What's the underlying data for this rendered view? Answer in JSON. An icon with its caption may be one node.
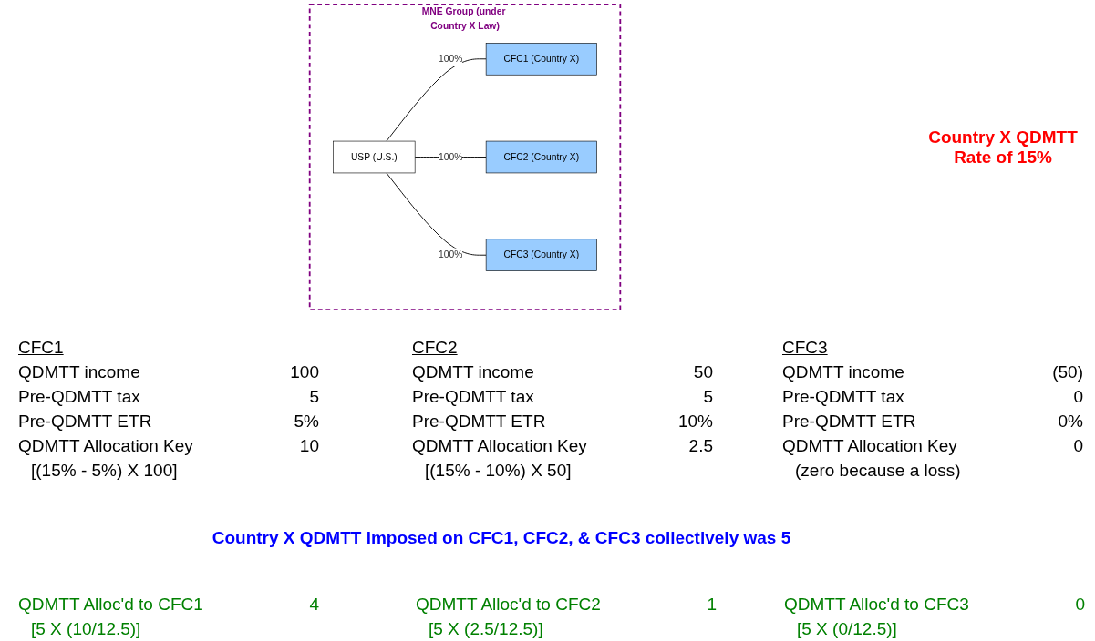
{
  "diagram": {
    "nodes": [
      {
        "text": [
          "MNE Group (under Country X Law)"
        ]
      },
      {
        "text": [
          "USP (U.S.)"
        ],
        "in": 0
      },
      {
        "text": [
          "CFC1 (Country X)"
        ],
        "in": 0
      },
      {
        "text": [
          "CFC2 (Country X)"
        ],
        "in": 0
      },
      {
        "text": [
          "CFC3 (Country X)"
        ],
        "in": 0
      }
    ],
    "edges": [
      {
        "from": 1,
        "to": 2,
        "arrow": "none",
        "label": "100%"
      },
      {
        "from": 1,
        "to": 3,
        "arrow": "none",
        "label": "100%"
      },
      {
        "from": 1,
        "to": 4,
        "arrow": "none",
        "label": "100%"
      }
    ],
    "labels": [
      "Country X QDMTT Rate of 15%",
      "CFC1",
      "CFC2",
      "CFC3",
      "QDMTT income",
      "100",
      "QDMTT income",
      "50",
      "QDMTT income",
      "(50)",
      "Pre-QDMTT tax",
      "5",
      "Pre-QDMTT tax",
      "5",
      "Pre-QDMTT tax",
      "0",
      "Pre-QDMTT ETR",
      "5%",
      "Pre-QDMTT ETR",
      "10%",
      "Pre-QDMTT ETR",
      "0%",
      "QDMTT Allocation Key",
      "10",
      "QDMTT Allocation Key",
      "2.5",
      "QDMTT Allocation Key",
      "0",
      "[(15% - 5%) X 100]",
      "[(15% - 10%) X 50]",
      "(zero because a loss)",
      "Country X QDMTT imposed on CFC1, CFC2, & CFC3 collectively was 5",
      "QDMTT Alloc'd to CFC1",
      "4",
      "QDMTT Alloc'd to CFC2",
      "1",
      "QDMTT Alloc'd to CFC3",
      "0",
      "[5 X (10/12.5)]",
      "[5 X (2.5/12.5)]",
      "[5 X (0/12.5)]"
    ]
  }
}
